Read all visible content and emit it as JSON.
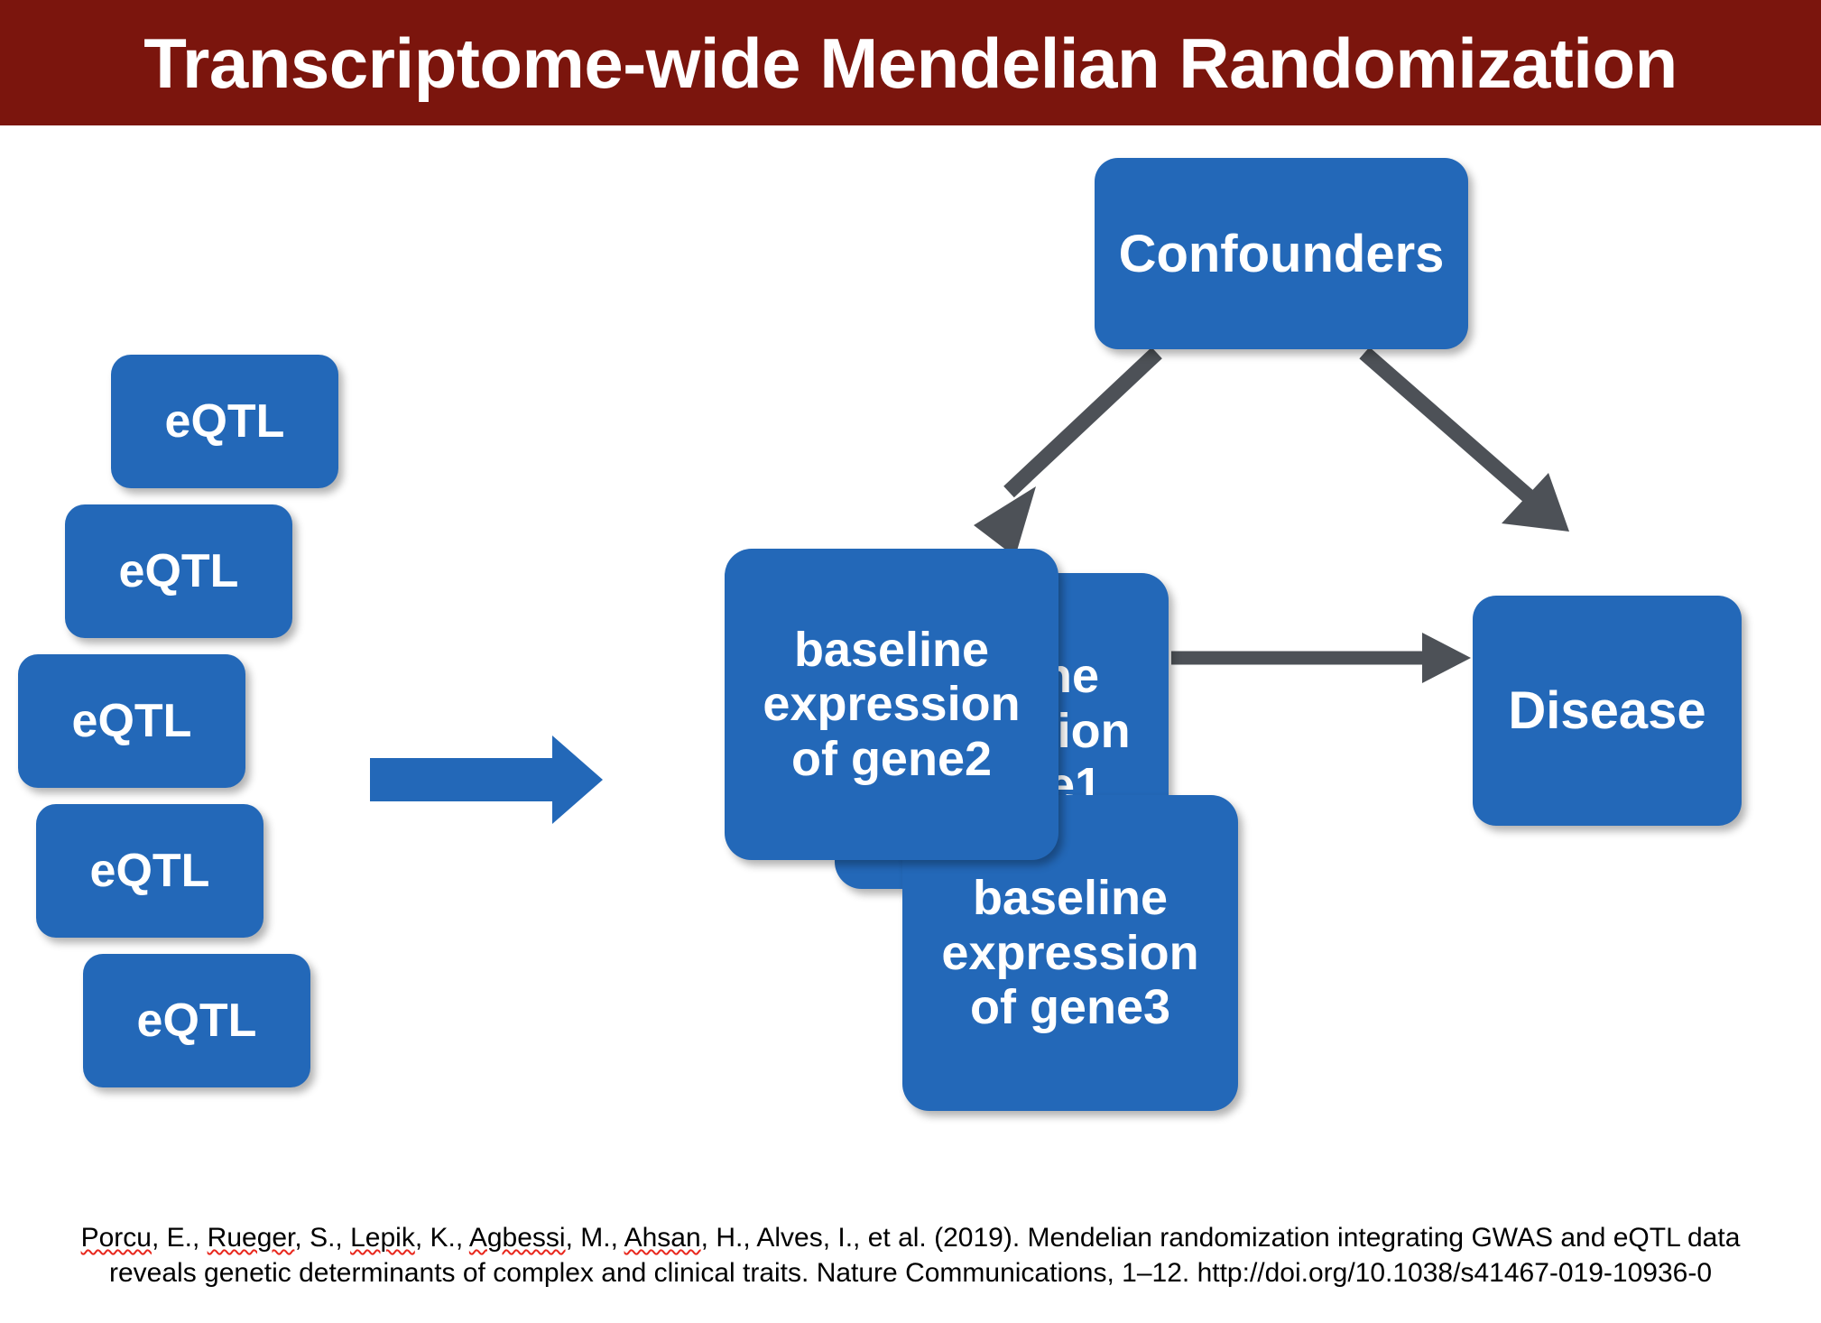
{
  "header": {
    "title": "Transcriptome-wide Mendelian Randomization",
    "background_color": "#7B150D",
    "text_color": "#FFFFFF"
  },
  "theme": {
    "node_fill": "#2368B8",
    "node_text": "#FFFFFF",
    "gray_arrow": "#4D5157",
    "blue_arrow": "#2368B8",
    "page_background": "#FFFFFF",
    "spellcheck_underline": "#E8271C"
  },
  "diagram": {
    "type": "mendelian-randomization-dag",
    "instruments": {
      "group_label": "eQTL",
      "count": 5,
      "items": [
        {
          "id": "eqtl-1",
          "label": "eQTL"
        },
        {
          "id": "eqtl-2",
          "label": "eQTL"
        },
        {
          "id": "eqtl-3",
          "label": "eQTL"
        },
        {
          "id": "eqtl-4",
          "label": "eQTL"
        },
        {
          "id": "eqtl-5",
          "label": "eQTL"
        }
      ]
    },
    "exposures": [
      {
        "id": "gene1",
        "line1": "baseline",
        "line2": "expression",
        "line3": "of gene1"
      },
      {
        "id": "gene2",
        "line1": "baseline",
        "line2": "expression",
        "line3": "of gene2"
      },
      {
        "id": "gene3",
        "line1": "baseline",
        "line2": "expression",
        "line3": "of gene3"
      }
    ],
    "confounders": {
      "id": "confounders",
      "label": "Confounders"
    },
    "outcome": {
      "id": "disease",
      "label": "Disease"
    },
    "edges": [
      {
        "id": "instruments-to-exposure",
        "from": "eQTL",
        "to": "baseline expression",
        "style": "blue-block-arrow"
      },
      {
        "id": "confounders-to-exposure",
        "from": "Confounders",
        "to": "baseline expression",
        "style": "gray-diagonal-arrow"
      },
      {
        "id": "confounders-to-outcome",
        "from": "Confounders",
        "to": "Disease",
        "style": "gray-diagonal-arrow"
      },
      {
        "id": "exposure-to-outcome",
        "from": "baseline expression",
        "to": "Disease",
        "style": "gray-horizontal-arrow"
      }
    ]
  },
  "citation": {
    "line1_parts": [
      {
        "t": "Porcu",
        "spell": true
      },
      {
        "t": ", E., "
      },
      {
        "t": "Rueger",
        "spell": true
      },
      {
        "t": ", S., "
      },
      {
        "t": "Lepik",
        "spell": true
      },
      {
        "t": ", K., "
      },
      {
        "t": "Agbessi",
        "spell": true
      },
      {
        "t": ", M., "
      },
      {
        "t": "Ahsan",
        "spell": true
      },
      {
        "t": ", H., Alves, I., et al. (2019). Mendelian randomization integrating GWAS and eQTL data"
      }
    ],
    "line2": "reveals genetic determinants of complex and clinical traits. Nature Communications, 1–12. http://doi.org/10.1038/s41467-019-10936-0",
    "line1_plain": "Porcu, E., Rueger, S., Lepik, K., Agbessi, M., Ahsan, H., Alves, I., et al. (2019). Mendelian randomization integrating GWAS and eQTL data"
  }
}
